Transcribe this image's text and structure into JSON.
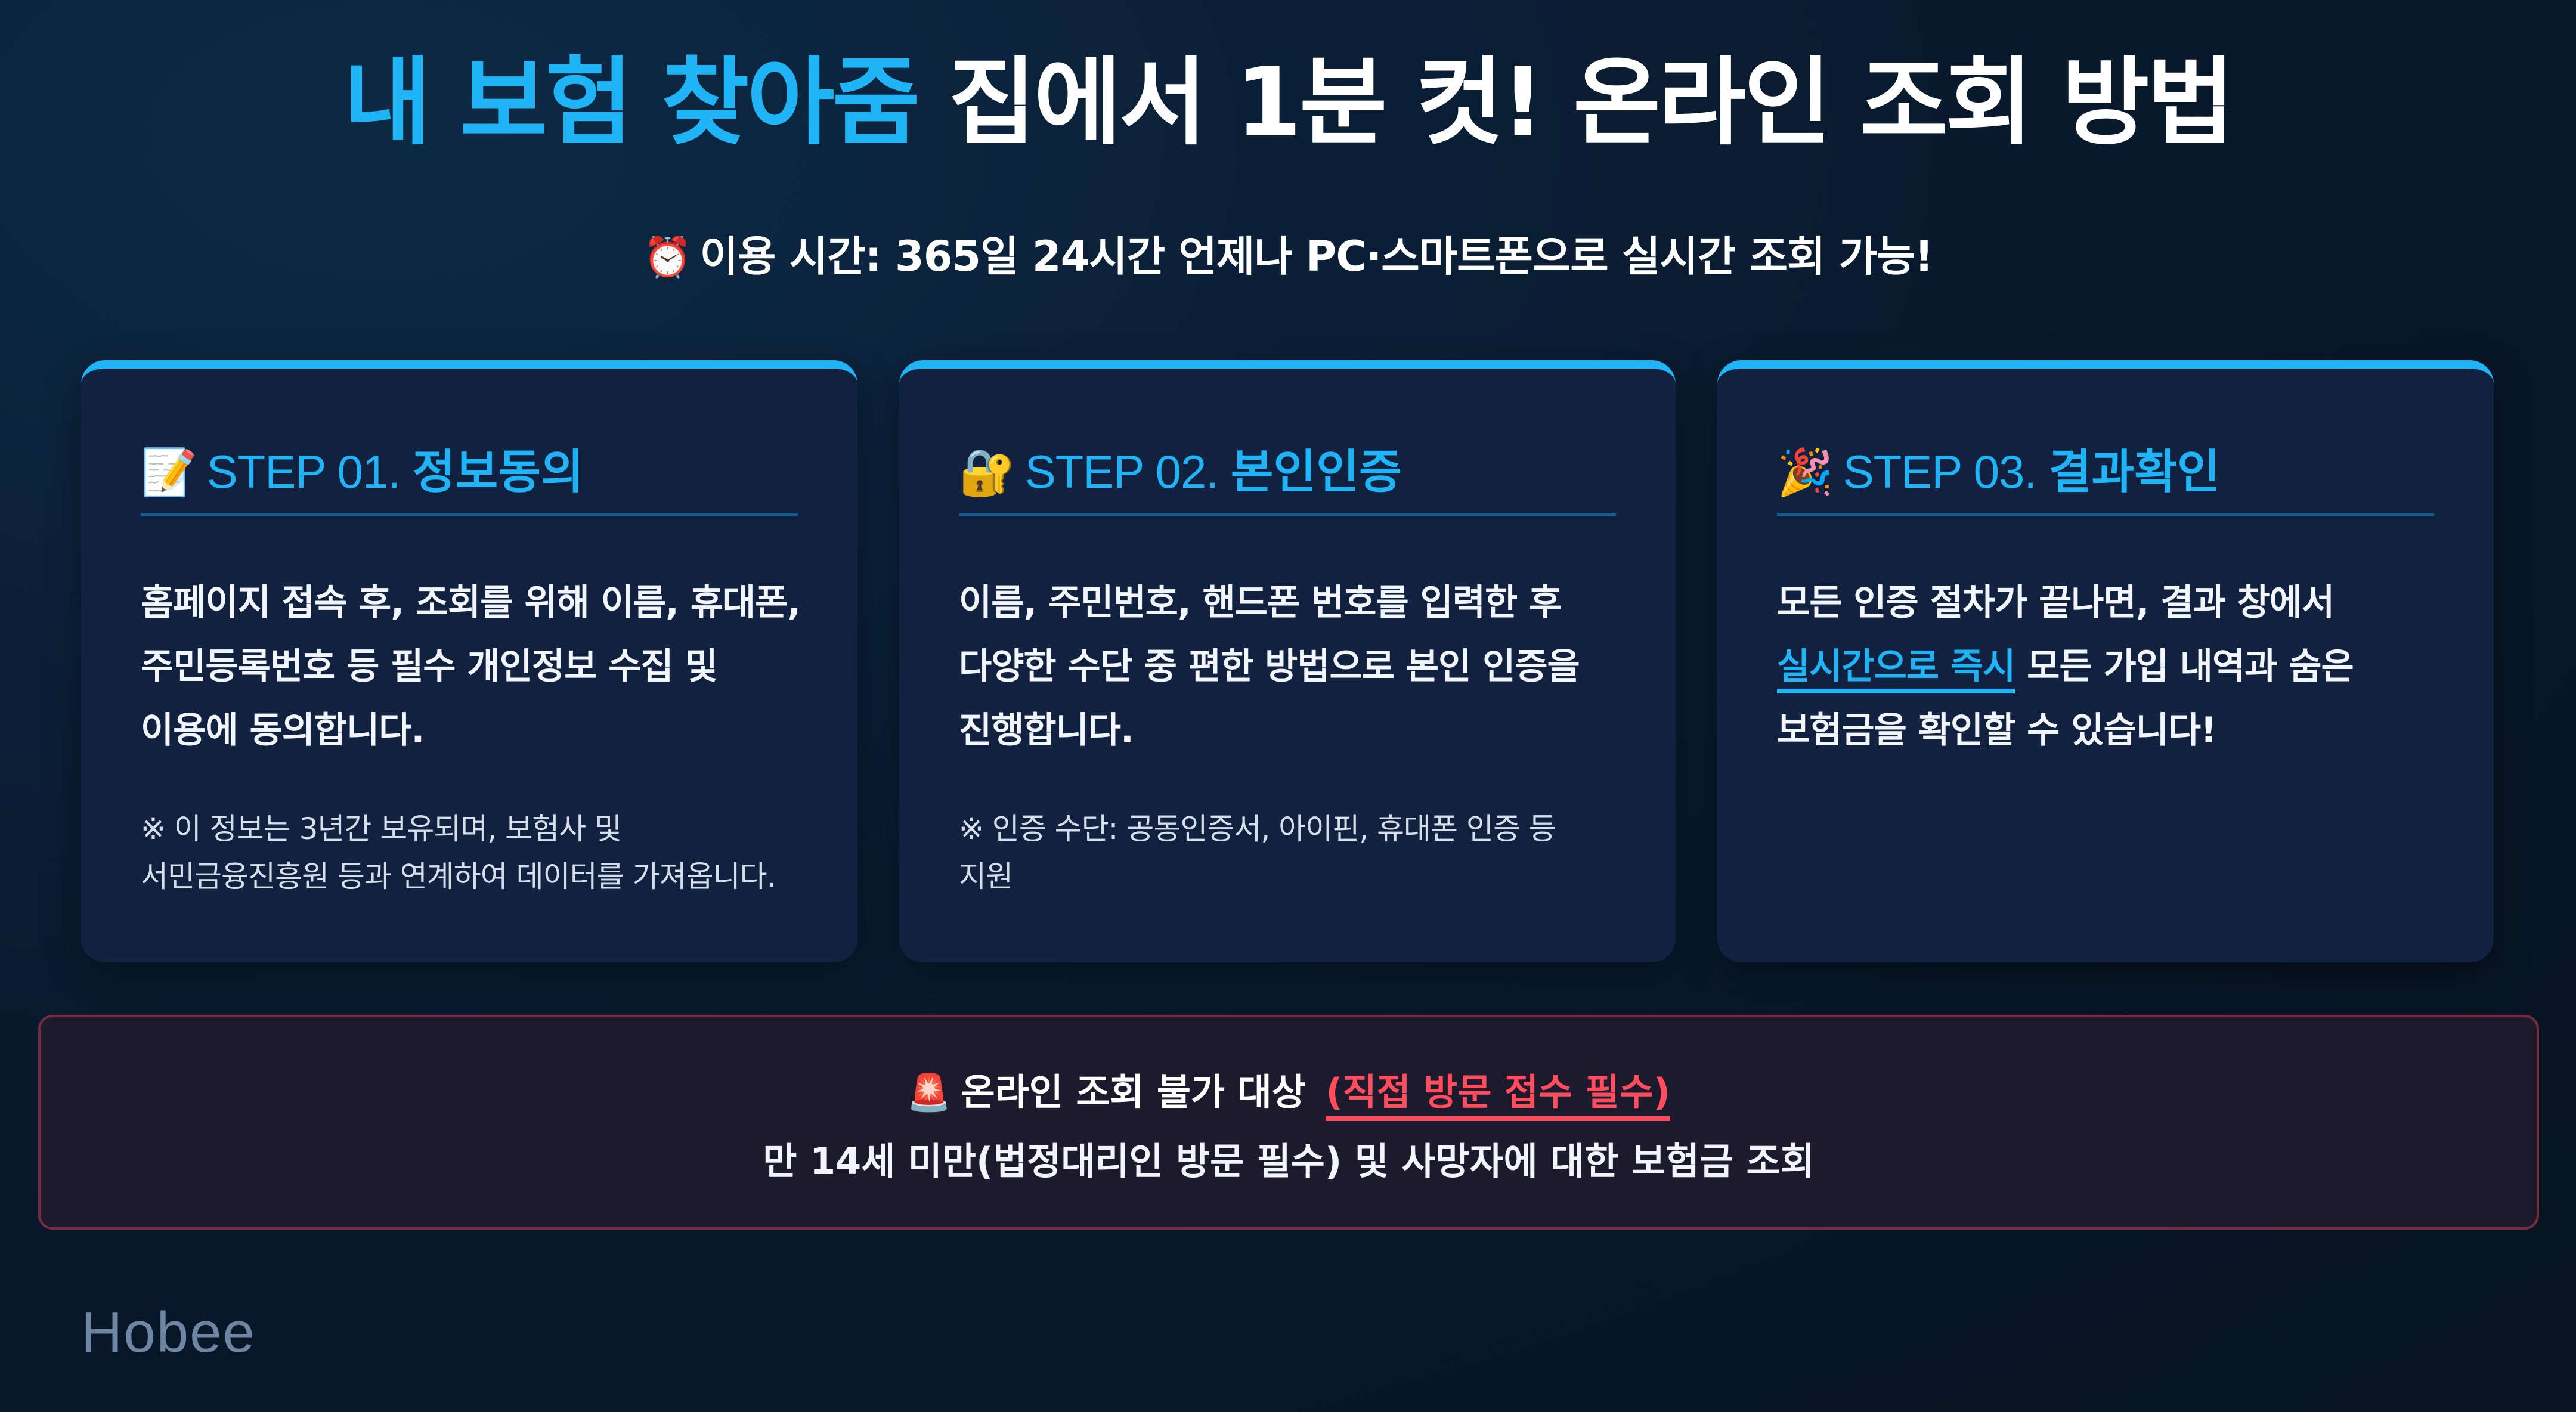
{
  "title": {
    "accent": "내 보험 찾아줌",
    "rest": " 집에서 1분 컷! 온라인 조회 방법"
  },
  "time_info": {
    "icon": "alarm-clock-icon",
    "icon_glyph": "⏰",
    "text": "이용 시간: 365일 24시간 언제나 PC·스마트폰으로 실시간 조회 가능!"
  },
  "steps": [
    {
      "icon": "memo-icon",
      "icon_glyph": "📝",
      "step_no": "STEP 01. ",
      "name": "정보동의",
      "body_lines": [
        "홈페이지 접속 후, 조회를 위해 이름, 휴대폰,",
        "주민등록번호 등 필수 개인정보 수집 및",
        "이용에 동의합니다."
      ],
      "note_lines": [
        "※ 이 정보는 3년간 보유되며, 보험사 및",
        "서민금융진흥원 등과 연계하여 데이터를 가져옵니다."
      ]
    },
    {
      "icon": "lock-key-icon",
      "icon_glyph": "🔐",
      "step_no": "STEP 02. ",
      "name": "본인인증",
      "body_lines": [
        "이름, 주민번호, 핸드폰 번호를 입력한 후",
        "다양한 수단 중 편한 방법으로 본인 인증을",
        "진행합니다."
      ],
      "note_lines": [
        "※ 인증 수단: 공동인증서, 아이핀, 휴대폰 인증 등",
        "지원"
      ]
    },
    {
      "icon": "party-popper-icon",
      "icon_glyph": "🎉",
      "step_no": "STEP 03. ",
      "name": "결과확인",
      "body_line1": "모든 인증 절차가 끝나면, 결과 창에서",
      "body_highlight": "실시간으로 즉시",
      "body_line2_rest": " 모든 가입 내역과 숨은",
      "body_line3": "보험금을 확인할 수 있습니다!"
    }
  ],
  "warning": {
    "icon": "siren-icon",
    "icon_glyph": "🚨",
    "label": "온라인 조회 불가 대상 ",
    "emphasis": "(직접 방문 접수 필수)",
    "description": "만 14세 미만(법정대리인 방문 필수) 및 사망자에 대한 보험금 조회"
  },
  "brand": "Hobee",
  "colors": {
    "accent": "#1fb4f5",
    "warning": "#ff4d5e",
    "card_bg": "#112140",
    "page_bg": "#0a1e35"
  }
}
